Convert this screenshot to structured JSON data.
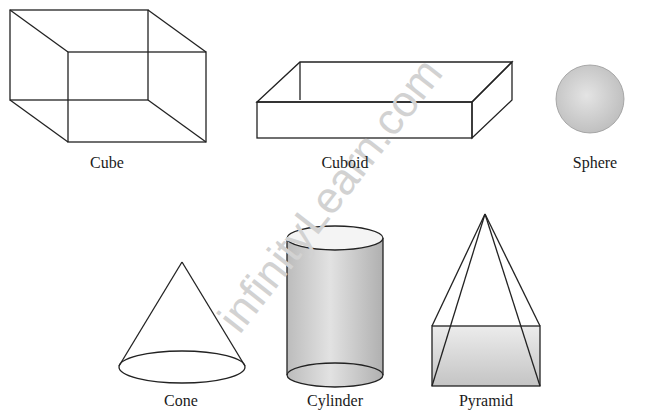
{
  "diagram": {
    "labels": [
      "Cube",
      "Cuboid",
      "Sphere",
      "Cone",
      "Cylinder",
      "Pyramid",
      "infinityLearn.com"
    ]
  }
}
